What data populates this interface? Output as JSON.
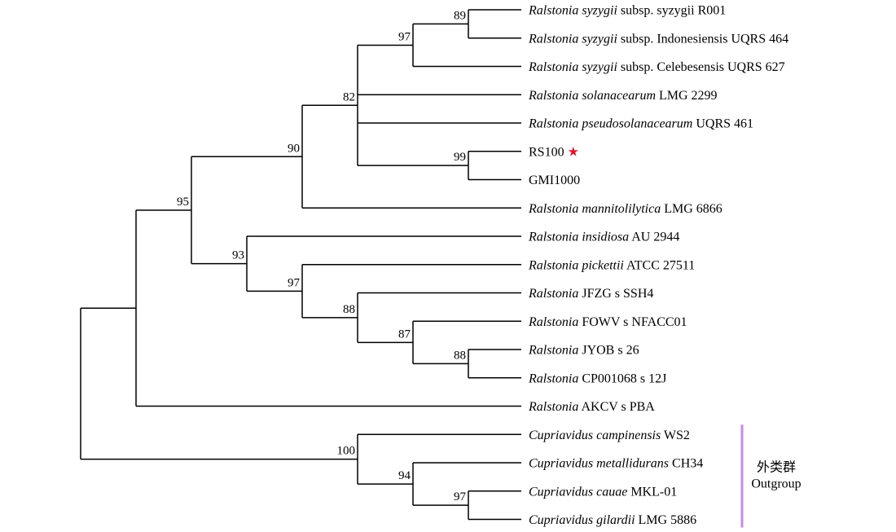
{
  "colors": {
    "branch": "#000000",
    "outgroup_bar": "#c58be0",
    "star": "#e0142b"
  },
  "tree": {
    "taxa": [
      {
        "id": "t1",
        "parts": [
          {
            "t": "Ralstonia syzygii",
            "i": true
          },
          {
            "t": " subsp. syzygii R001",
            "i": false
          }
        ]
      },
      {
        "id": "t2",
        "parts": [
          {
            "t": "Ralstonia syzygii",
            "i": true
          },
          {
            "t": " subsp. Indonesiensis UQRS 464",
            "i": false
          }
        ]
      },
      {
        "id": "t3",
        "parts": [
          {
            "t": "Ralstonia syzygii",
            "i": true
          },
          {
            "t": " subsp. Celebesensis UQRS 627",
            "i": false
          }
        ]
      },
      {
        "id": "t4",
        "parts": [
          {
            "t": "Ralstonia solanacearum",
            "i": true
          },
          {
            "t": " LMG 2299",
            "i": false
          }
        ]
      },
      {
        "id": "t5",
        "parts": [
          {
            "t": "Ralstonia pseudosolanacearum",
            "i": true
          },
          {
            "t": " UQRS 461",
            "i": false
          }
        ]
      },
      {
        "id": "t6",
        "parts": [
          {
            "t": "RS100",
            "i": false
          }
        ],
        "star": true
      },
      {
        "id": "t7",
        "parts": [
          {
            "t": "GMI1000",
            "i": false
          }
        ]
      },
      {
        "id": "t8",
        "parts": [
          {
            "t": "Ralstonia mannitolilytica",
            "i": true
          },
          {
            "t": " LMG 6866",
            "i": false
          }
        ]
      },
      {
        "id": "t9",
        "parts": [
          {
            "t": "Ralstonia insidiosa",
            "i": true
          },
          {
            "t": " AU 2944",
            "i": false
          }
        ]
      },
      {
        "id": "t10",
        "parts": [
          {
            "t": "Ralstonia pickettii",
            "i": true
          },
          {
            "t": " ATCC 27511",
            "i": false
          }
        ]
      },
      {
        "id": "t11",
        "parts": [
          {
            "t": "Ralstonia",
            "i": true
          },
          {
            "t": " JFZG s SSH4",
            "i": false
          }
        ]
      },
      {
        "id": "t12",
        "parts": [
          {
            "t": "Ralstonia",
            "i": true
          },
          {
            "t": " FOWV s NFACC01",
            "i": false
          }
        ]
      },
      {
        "id": "t13",
        "parts": [
          {
            "t": "Ralstonia",
            "i": true
          },
          {
            "t": " JYOB s 26",
            "i": false
          }
        ]
      },
      {
        "id": "t14",
        "parts": [
          {
            "t": "Ralstonia",
            "i": true
          },
          {
            "t": " CP001068 s 12J",
            "i": false
          }
        ]
      },
      {
        "id": "t15",
        "parts": [
          {
            "t": "Ralstonia",
            "i": true
          },
          {
            "t": " AKCV s PBA",
            "i": false
          }
        ]
      },
      {
        "id": "t16",
        "parts": [
          {
            "t": "Cupriavidus campinensis",
            "i": true
          },
          {
            "t": " WS2",
            "i": false
          }
        ]
      },
      {
        "id": "t17",
        "parts": [
          {
            "t": "Cupriavidus metallidurans",
            "i": true
          },
          {
            "t": " CH34",
            "i": false
          }
        ]
      },
      {
        "id": "t18",
        "parts": [
          {
            "t": "Cupriavidus cauae",
            "i": true
          },
          {
            "t": " MKL-01",
            "i": false
          }
        ]
      },
      {
        "id": "t19",
        "parts": [
          {
            "t": "Cupriavidus gilardii",
            "i": true
          },
          {
            "t": " LMG 5886",
            "i": false
          }
        ]
      }
    ],
    "nodes": [
      {
        "id": "n89a",
        "children": [
          "t1",
          "t2"
        ],
        "support": "89"
      },
      {
        "id": "n97a",
        "children": [
          "n89a",
          "t3"
        ],
        "support": "97"
      },
      {
        "id": "n99",
        "children": [
          "t6",
          "t7"
        ],
        "support": "99"
      },
      {
        "id": "n82",
        "children": [
          "n97a",
          "t4",
          "t5",
          "n99"
        ],
        "support": "82"
      },
      {
        "id": "n90",
        "children": [
          "n82",
          "t8"
        ],
        "support": "90"
      },
      {
        "id": "n88b",
        "children": [
          "t13",
          "t14"
        ],
        "support": "88"
      },
      {
        "id": "n87",
        "children": [
          "t12",
          "n88b"
        ],
        "support": "87"
      },
      {
        "id": "n88a",
        "children": [
          "t11",
          "n87"
        ],
        "support": "88"
      },
      {
        "id": "n97b",
        "children": [
          "t10",
          "n88a"
        ],
        "support": "97"
      },
      {
        "id": "n93",
        "children": [
          "t9",
          "n97b"
        ],
        "support": "93"
      },
      {
        "id": "n95",
        "children": [
          "n90",
          "n93"
        ],
        "support": "95"
      },
      {
        "id": "nR",
        "children": [
          "n95",
          "t15"
        ],
        "support": ""
      },
      {
        "id": "n97c",
        "children": [
          "t18",
          "t19"
        ],
        "support": "97"
      },
      {
        "id": "n94",
        "children": [
          "t17",
          "n97c"
        ],
        "support": "94"
      },
      {
        "id": "n100",
        "children": [
          "t16",
          "n94"
        ],
        "support": "100"
      },
      {
        "id": "root",
        "children": [
          "nR",
          "n100"
        ],
        "support": ""
      }
    ],
    "outgroup": {
      "label_cn": "外类群",
      "label_en": "Outgroup",
      "members": [
        "t16",
        "t17",
        "t18",
        "t19"
      ]
    }
  }
}
